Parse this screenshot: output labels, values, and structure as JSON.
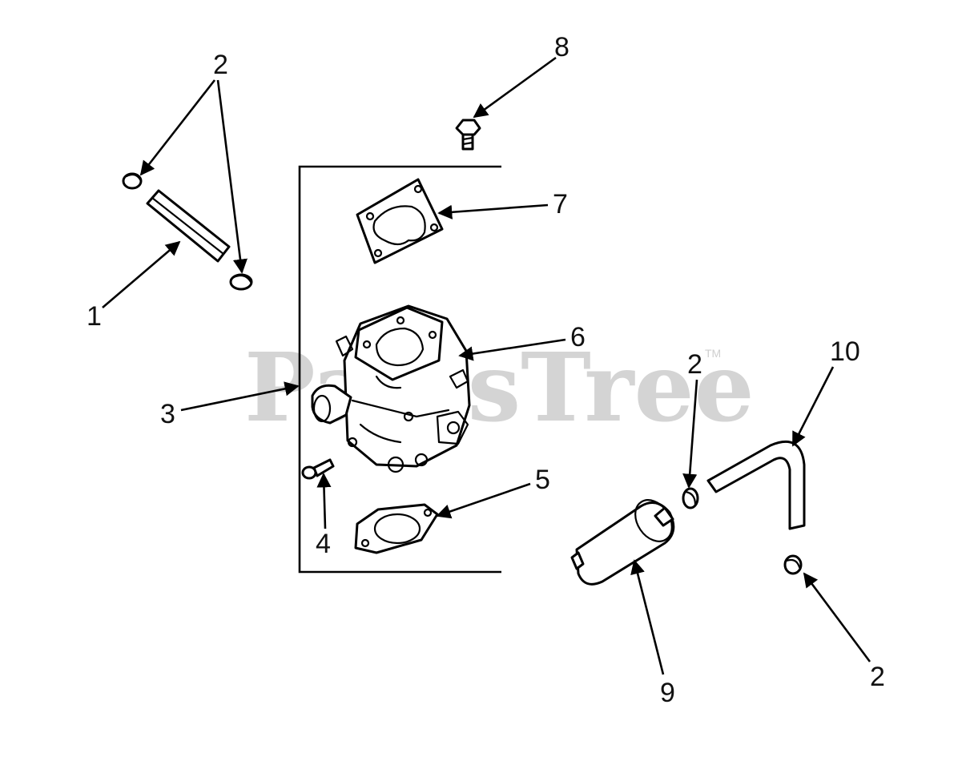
{
  "watermark": {
    "text": "PartsTree",
    "trademark": "TM"
  },
  "callouts": [
    {
      "id": "c1",
      "label": "1"
    },
    {
      "id": "c2a",
      "label": "2"
    },
    {
      "id": "c2b",
      "label": "2"
    },
    {
      "id": "c2c",
      "label": "2"
    },
    {
      "id": "c3",
      "label": "3"
    },
    {
      "id": "c4",
      "label": "4"
    },
    {
      "id": "c5",
      "label": "5"
    },
    {
      "id": "c6",
      "label": "6"
    },
    {
      "id": "c7",
      "label": "7"
    },
    {
      "id": "c8",
      "label": "8"
    },
    {
      "id": "c9",
      "label": "9"
    },
    {
      "id": "c10",
      "label": "10"
    }
  ],
  "colors": {
    "line": "#000000",
    "watermark": "#d4d4d4",
    "background": "#ffffff"
  }
}
